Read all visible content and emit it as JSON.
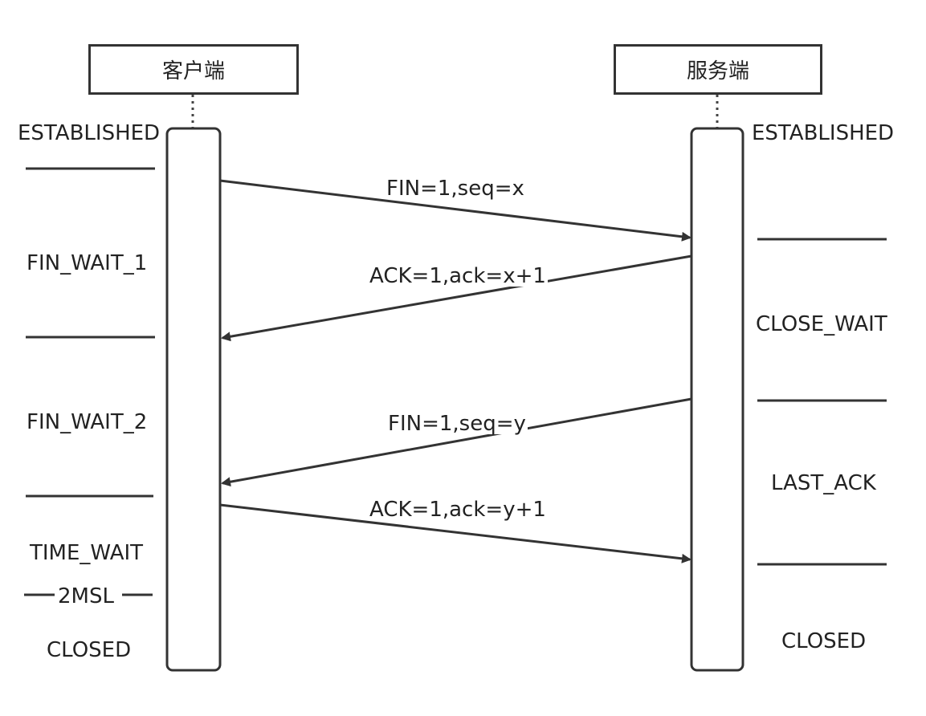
{
  "diagram": {
    "client": {
      "title": "客户端",
      "states": {
        "established": "ESTABLISHED",
        "fin_wait_1": "FIN_WAIT_1",
        "fin_wait_2": "FIN_WAIT_2",
        "time_wait": "TIME_WAIT",
        "msl": "2MSL",
        "closed": "CLOSED"
      }
    },
    "server": {
      "title": "服务端",
      "states": {
        "established": "ESTABLISHED",
        "close_wait": "CLOSE_WAIT",
        "last_ack": "LAST_ACK",
        "closed": "CLOSED"
      }
    },
    "messages": [
      {
        "label": "FIN=1,seq=x",
        "from": "client",
        "to": "server"
      },
      {
        "label": "ACK=1,ack=x+1",
        "from": "server",
        "to": "client"
      },
      {
        "label": "FIN=1,seq=y",
        "from": "server",
        "to": "client"
      },
      {
        "label": "ACK=1,ack=y+1",
        "from": "client",
        "to": "server"
      }
    ],
    "colors": {
      "stroke": "#333333",
      "text": "#222222",
      "background": "#ffffff"
    }
  }
}
